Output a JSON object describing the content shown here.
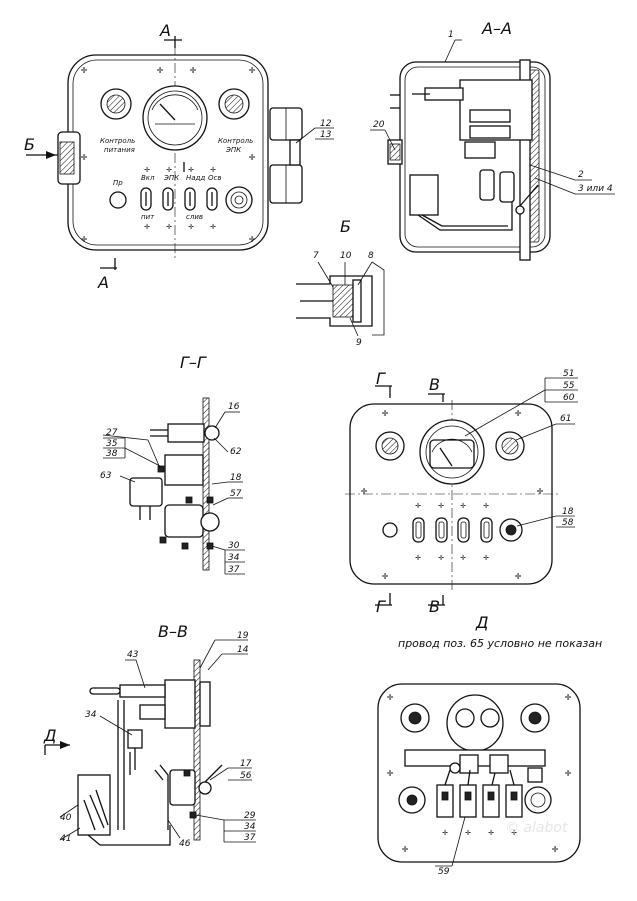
{
  "sections": {
    "aa_title": "А–А",
    "b_title": "Б",
    "gg_title": "Г–Г",
    "vv_title": "В–В",
    "d_title": "Д",
    "cut_a": "А",
    "cut_b": "Б",
    "cut_g": "Г",
    "cut_v": "В",
    "cut_d": "Д"
  },
  "panel_labels": {
    "power_control": [
      "Контроль",
      "питания"
    ],
    "epk_control": [
      "Контроль",
      "ЭПК"
    ],
    "pr": "Пр",
    "vkl_top": "Вкл",
    "vkl_bottom": "пит",
    "epk": "ЭПК",
    "nadd_top": "Надд",
    "nadd_bottom": "слив",
    "osv": "Осв"
  },
  "positions": {
    "p1": "1",
    "p2": "2",
    "p3": "3 или 4",
    "p7": "7",
    "p8": "8",
    "p9": "9",
    "p10": "10",
    "p12": "12",
    "p13": "13",
    "p14": "14",
    "p16": "16",
    "p17": "17",
    "p18a": "18",
    "p18b": "18",
    "p19": "19",
    "p20": "20",
    "p27": "27",
    "p29": "29",
    "p30": "30",
    "p34a": "34",
    "p34b": "34",
    "p34c": "34",
    "p35": "35",
    "p37a": "37",
    "p37b": "37",
    "p38": "38",
    "p40": "40",
    "p41": "41",
    "p43": "43",
    "p46": "46",
    "p51": "51",
    "p55": "55",
    "p56": "56",
    "p57": "57",
    "p58": "58",
    "p59": "59",
    "p60": "60",
    "p61": "61",
    "p62": "62",
    "p63": "63"
  },
  "note": "провод поз. 65 условно не показан",
  "watermark": "© alabot"
}
